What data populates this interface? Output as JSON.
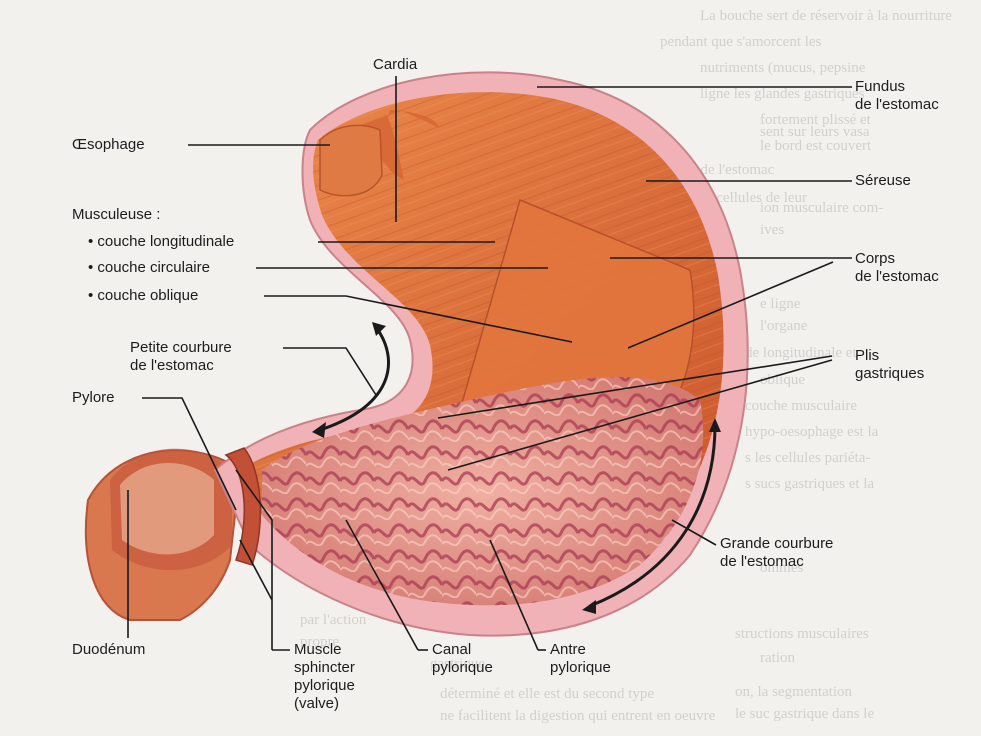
{
  "diagram": {
    "labels": {
      "cardia": "Cardia",
      "oesophage": "Œsophage",
      "fundus": [
        "Fundus",
        "de l'estomac"
      ],
      "sereuse": "Séreuse",
      "musculeuse": "Musculeuse :",
      "couche_longitudinale": "• couche longitudinale",
      "couche_circulaire": "• couche circulaire",
      "couche_oblique": "• couche oblique",
      "corps": [
        "Corps",
        "de l'estomac"
      ],
      "petite_courbure": [
        "Petite courbure",
        "de l'estomac"
      ],
      "plis": [
        "Plis",
        "gastriques"
      ],
      "pylore": "Pylore",
      "grande_courbure": [
        "Grande courbure",
        "de l'estomac"
      ],
      "duodenum": "Duodénum",
      "muscle_sphincter": [
        "Muscle",
        "sphincter",
        "pylorique",
        "(valve)"
      ],
      "canal_pylorique": [
        "Canal",
        "pylorique"
      ],
      "antre_pylorique": [
        "Antre",
        "pylorique"
      ]
    },
    "background_text": [
      "La bouche sert de réservoir à la nourriture",
      "pendant que s'amorcent les",
      "nutriments (mucus, pepsine",
      "ligne les glandes gastriques",
      "fortement plissé et",
      "le bord est couvert",
      "parois de l'estomac",
      "se cellules de leur",
      "sent sur leurs vasa",
      "ion musculaire com-",
      "ives",
      "e ligne",
      "l'organe",
      "de longitudinale et",
      "oblique",
      "couche musculaire",
      "hypo-oesophage est la",
      "s les cellules pariéta-",
      "s sucs gastriques et la",
      "ommes",
      "structions musculaires",
      "ration",
      "on, la segmentation",
      "le suc gastrique dans le",
      "par l'action",
      "propre",
      "gastrique",
      "déterminé et elle est du second type",
      "ne facilitent la digestion qui entrent en oeuvre"
    ],
    "colors": {
      "page": "#f2f1ee",
      "serosa": "#f0b2b6",
      "muscle": "#d9642f",
      "muscle_light": "#ec8a4c",
      "mucosa": "#e89a8c",
      "folds": "#b8485a",
      "leader_line": "#1a1a1a"
    }
  }
}
